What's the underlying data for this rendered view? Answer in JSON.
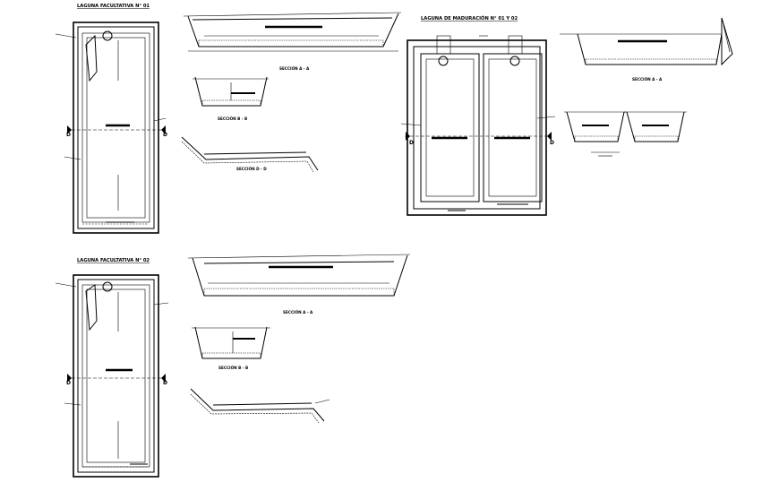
{
  "drawing": {
    "plan1": {
      "title": "LAGUNA FACULTATIVA N° 01",
      "mark_left": "D",
      "mark_right": "D"
    },
    "plan2": {
      "title": "LAGUNA DE MADURACIÓN N° 01 Y 02",
      "mark_left": "D",
      "mark_right": "D"
    },
    "plan3": {
      "title": "LAGUNA FACULTATIVA N° 02",
      "mark_left": "D",
      "mark_right": "D"
    },
    "sections": {
      "s1a": "SECCIÓN A - A",
      "s1b": "SECCIÓN B - B",
      "s1c": "SECCIÓN D - D",
      "s2a": "SECCIÓN A - A",
      "s3a": "SECCIÓN A - A",
      "s3b": "SECCIÓN B - B"
    }
  }
}
